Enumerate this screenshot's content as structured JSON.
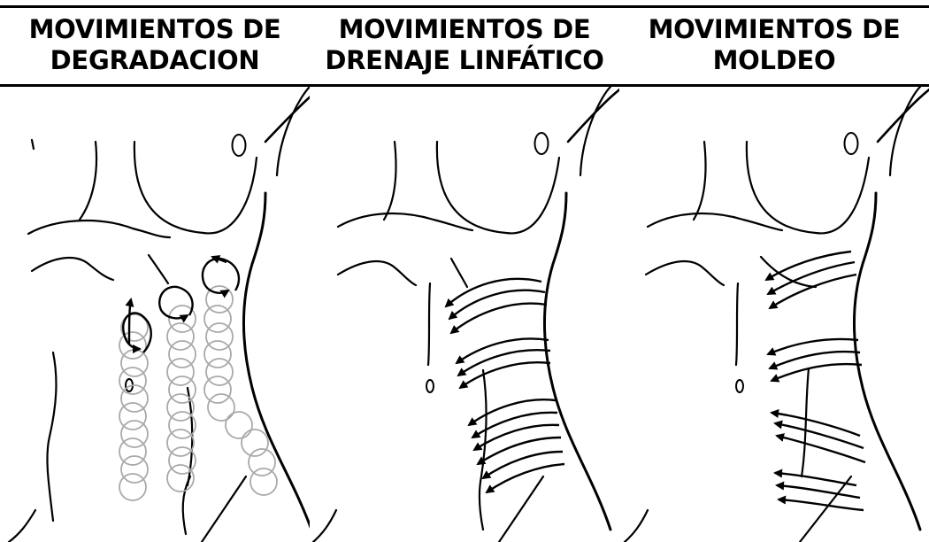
{
  "columns": [
    {
      "id": "degradacion",
      "title_line1": "MOVIMIENTOS DE",
      "title_line2": "DEGRADACION"
    },
    {
      "id": "drenaje",
      "title_line1": "MOVIMIENTOS DE",
      "title_line2": "DRENAJE LINFÁTICO"
    },
    {
      "id": "moldeo",
      "title_line1": "MOVIMIENTOS DE",
      "title_line2": "MOLDEO"
    }
  ],
  "colors": {
    "line": "#000000",
    "spiral": "#a9a9a9",
    "background": "#ffffff"
  }
}
